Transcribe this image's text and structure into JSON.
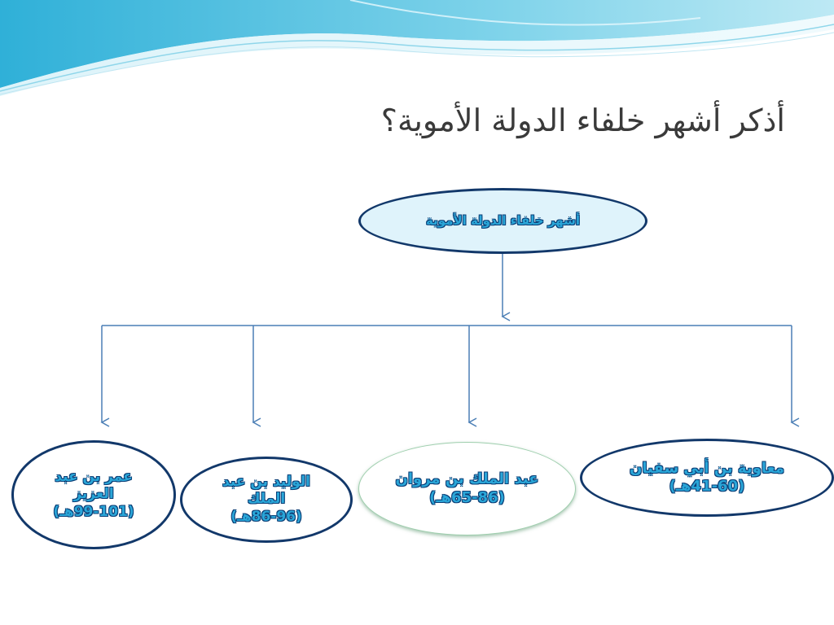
{
  "title": "أذكر أشهر خلفاء الدولة الأموية؟",
  "root": {
    "label": "أشهر خلفاء الدولة الأموية"
  },
  "caliphs": [
    {
      "name": "معاوية بن أبي سفيان",
      "period": "(41-60هـ)"
    },
    {
      "name": "عبد الملك بن مروان",
      "period": "(65-86هـ)"
    },
    {
      "name_line1": "الوليد بن عبد",
      "name_line2": "الملك",
      "period": "(86-96هـ)"
    },
    {
      "name_line1": "عمر بن عبد",
      "name_line2": "العزيز",
      "period": "(99-101هـ)"
    }
  ],
  "colors": {
    "wave_dark": "#3db8dc",
    "wave_light": "#bfe9f5",
    "node_text": "#2aa6d8",
    "node_outline": "#12386a",
    "connector": "#4a7eb5",
    "title_text": "#3a3a3a"
  }
}
